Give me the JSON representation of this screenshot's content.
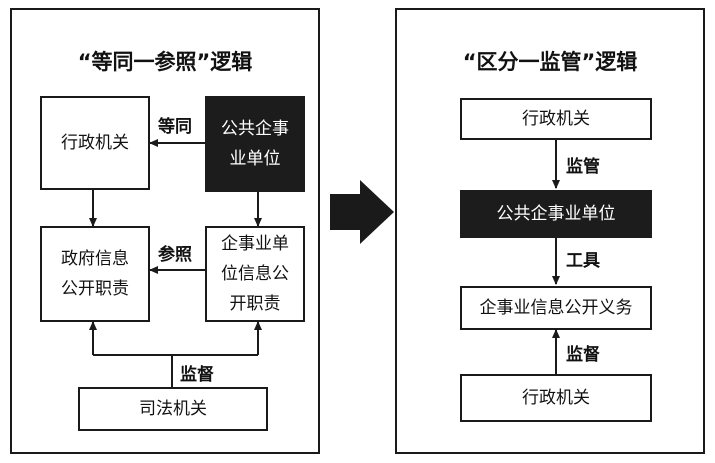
{
  "left": {
    "title": "“等同一参照”逻辑",
    "box_admin": "行政机关",
    "box_public_unit": "公共企事\n业单位",
    "box_gov_duty": "政府信息\n公开职责",
    "box_enterprise_duty": "企事业单\n位信息公\n开职责",
    "box_judicial": "司法机关",
    "label_equal": "等同",
    "label_reference": "参照",
    "label_supervise": "监督"
  },
  "right": {
    "title": "“区分一监管”逻辑",
    "box_admin_top": "行政机关",
    "box_public_unit": "公共企事业单位",
    "box_obligation": "企事业信息公开义务",
    "box_admin_bottom": "行政机关",
    "label_regulate": "监管",
    "label_tool": "工具",
    "label_supervise": "监督"
  },
  "colors": {
    "line": "#1a1a1a",
    "dark_fill": "#1c1c1c",
    "text_on_dark": "#ffffff"
  }
}
